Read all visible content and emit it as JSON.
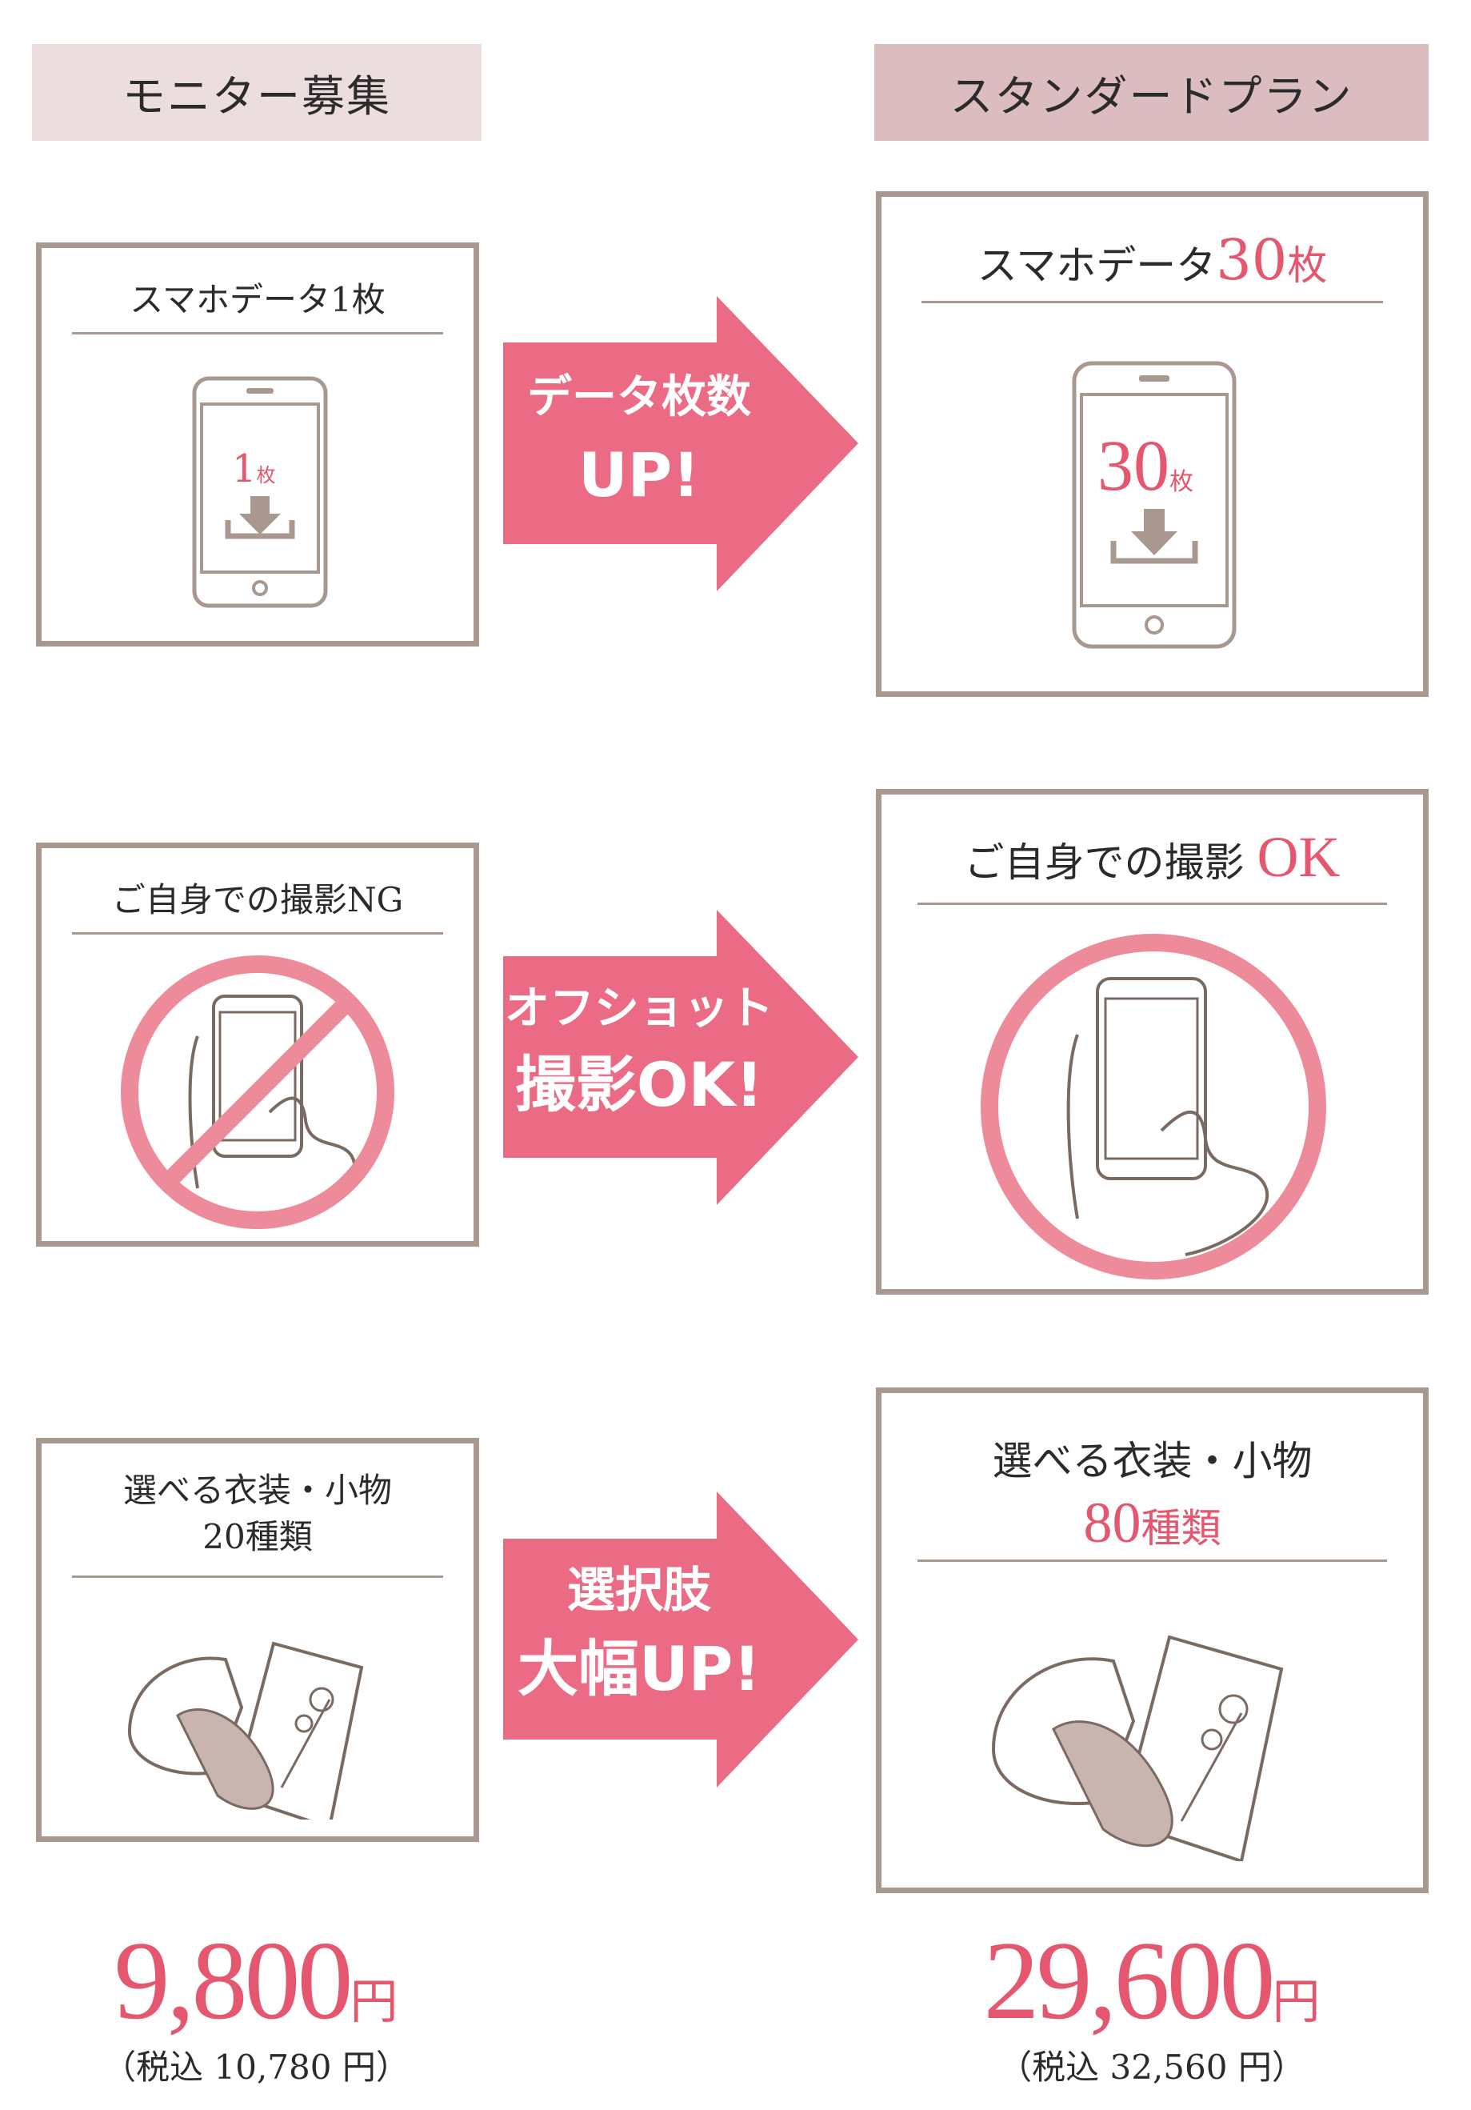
{
  "headers": {
    "monitor": "モニター募集",
    "standard": "スタンダードプラン"
  },
  "rows": [
    {
      "left": {
        "title": "スマホデータ1枚",
        "screen_num": "1",
        "screen_unit": "枚"
      },
      "arrow": [
        "データ枚数",
        "UP!"
      ],
      "right": {
        "title_prefix": "スマホデータ",
        "title_num": "30",
        "title_unit": "枚",
        "screen_num": "30",
        "screen_unit": "枚"
      }
    },
    {
      "left": {
        "title": "ご自身での撮影NG"
      },
      "arrow": [
        "オフショット",
        "撮影OK!"
      ],
      "right": {
        "title_prefix": "ご自身での撮影",
        "title_emph": "OK"
      }
    },
    {
      "left": {
        "title_line1": "選べる衣装・小物",
        "title_line2": "20種類"
      },
      "arrow": [
        "選択肢",
        "大幅UP!"
      ],
      "right": {
        "title_line1": "選べる衣装・小物",
        "title_num": "80",
        "title_unit": "種類"
      }
    }
  ],
  "prices": {
    "monitor": {
      "amount": "9,800",
      "unit": "円",
      "tax": "（税込 10,780 円）"
    },
    "standard": {
      "amount": "29,600",
      "unit": "円",
      "tax": "（税込 32,560 円）"
    }
  },
  "colors": {
    "accent": "#eb6b84",
    "price": "#e5576f",
    "border": "#a89890",
    "header_left": "#ecdede",
    "header_right": "#dbbcbf"
  }
}
